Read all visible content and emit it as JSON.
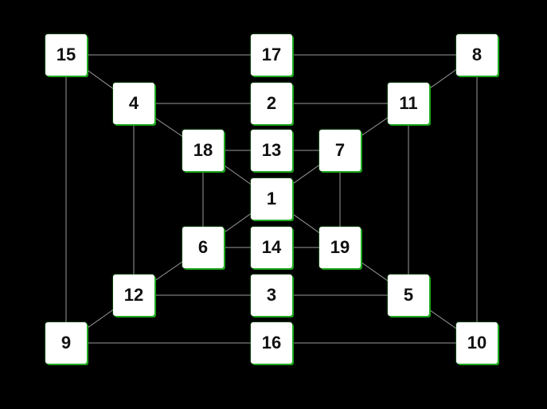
{
  "colors": {
    "background": "#000000",
    "tile": "#ffffff",
    "tile_border": "#1fa81f",
    "edge": "#9a9a9a"
  },
  "nodes": [
    {
      "id": "15",
      "label": "15"
    },
    {
      "id": "17",
      "label": "17"
    },
    {
      "id": "8",
      "label": "8"
    },
    {
      "id": "4",
      "label": "4"
    },
    {
      "id": "2",
      "label": "2"
    },
    {
      "id": "11",
      "label": "11"
    },
    {
      "id": "18",
      "label": "18"
    },
    {
      "id": "13",
      "label": "13"
    },
    {
      "id": "7",
      "label": "7"
    },
    {
      "id": "1",
      "label": "1"
    },
    {
      "id": "6",
      "label": "6"
    },
    {
      "id": "14",
      "label": "14"
    },
    {
      "id": "19",
      "label": "19"
    },
    {
      "id": "12",
      "label": "12"
    },
    {
      "id": "3",
      "label": "3"
    },
    {
      "id": "5",
      "label": "5"
    },
    {
      "id": "9",
      "label": "9"
    },
    {
      "id": "16",
      "label": "16"
    },
    {
      "id": "10",
      "label": "10"
    }
  ],
  "edges": [
    [
      "15",
      "17"
    ],
    [
      "17",
      "8"
    ],
    [
      "15",
      "9"
    ],
    [
      "9",
      "16"
    ],
    [
      "16",
      "10"
    ],
    [
      "8",
      "10"
    ],
    [
      "15",
      "4"
    ],
    [
      "8",
      "11"
    ],
    [
      "9",
      "12"
    ],
    [
      "10",
      "5"
    ],
    [
      "4",
      "2"
    ],
    [
      "2",
      "11"
    ],
    [
      "4",
      "12"
    ],
    [
      "11",
      "5"
    ],
    [
      "12",
      "3"
    ],
    [
      "3",
      "5"
    ],
    [
      "4",
      "18"
    ],
    [
      "11",
      "7"
    ],
    [
      "12",
      "6"
    ],
    [
      "5",
      "19"
    ],
    [
      "18",
      "13"
    ],
    [
      "13",
      "7"
    ],
    [
      "18",
      "6"
    ],
    [
      "7",
      "19"
    ],
    [
      "6",
      "14"
    ],
    [
      "14",
      "19"
    ],
    [
      "18",
      "1"
    ],
    [
      "7",
      "1"
    ],
    [
      "6",
      "1"
    ],
    [
      "19",
      "1"
    ]
  ]
}
